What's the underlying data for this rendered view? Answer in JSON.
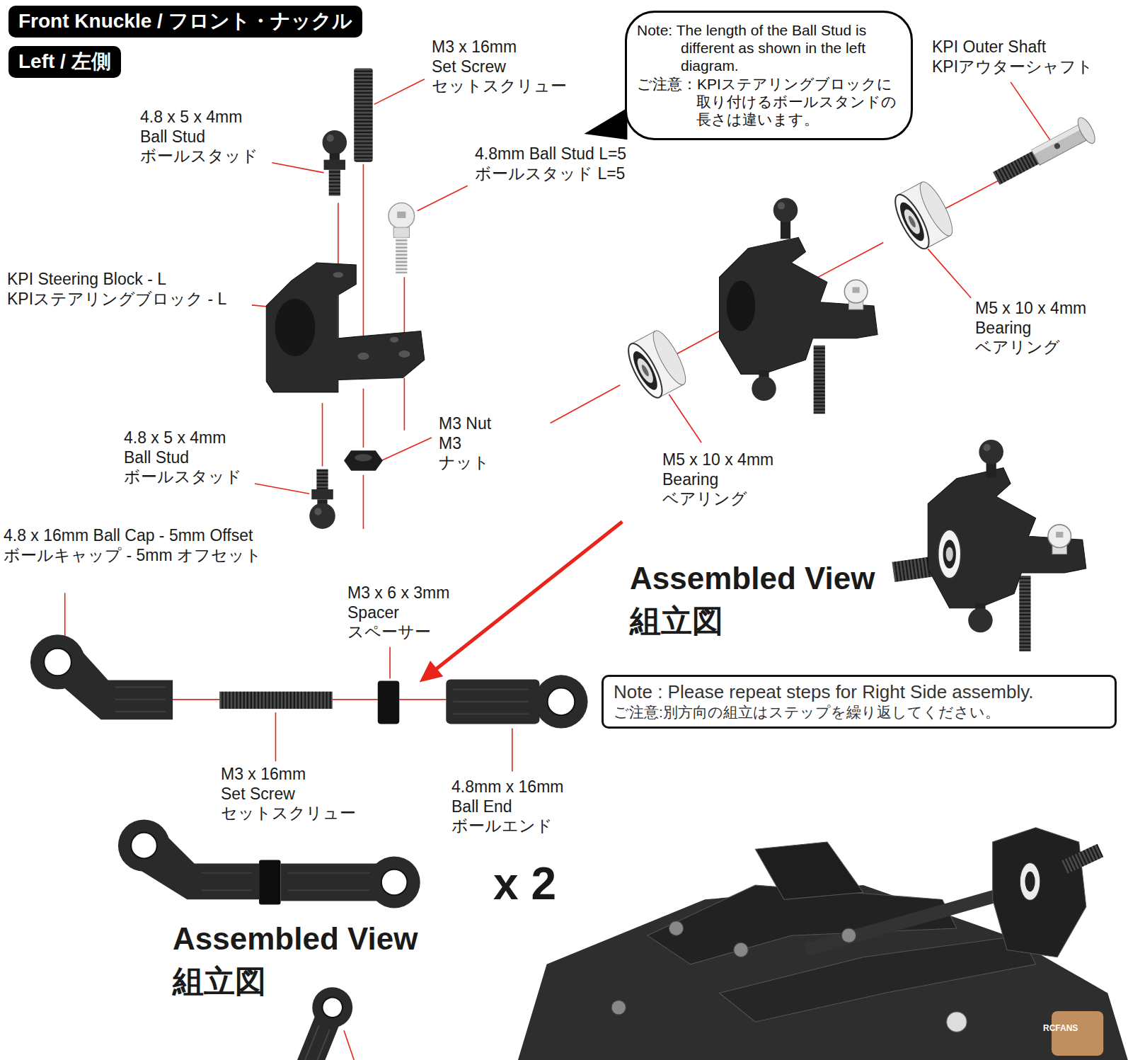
{
  "diagram": {
    "nodes": [
      {
        "text": [
          "Front Knuckle / フロント・ナックル"
        ]
      },
      {
        "text": [
          "Left / 左側"
        ]
      },
      {
        "text": [
          "Note: The length of the Ball Stud is different as shown in the left diagram.",
          "ご注意：KPIステアリングブロックに取り付けるボールスタンドの長さは違います。"
        ]
      },
      {
        "text": [
          "Note : Please repeat steps for Right Side assembly.",
          "ご注意:別方向の組立はステップを繰り返してください。"
        ]
      }
    ],
    "labels": [
      "M3 x 16mm Set Screw セットスクリュー",
      "4.8 x 5 x 4mm Ball Stud ボールスタッド",
      "4.8mm Ball Stud L=5 ボールスタッド L=5",
      "KPI Outer Shaft KPIアウターシャフト",
      "KPI Steering Block - L KPIステアリングブロック - L",
      "M5 x 10 x 4mm Bearing ベアリング",
      "M3 Nut M3 ナット",
      "4.8 x 5 x 4mm Ball Stud ボールスタッド",
      "M5 x 10 x 4mm Bearing ベアリング",
      "4.8 x 16mm Ball Cap - 5mm Offset ボールキャップ - 5mm オフセット",
      "Assembled View",
      "組立図",
      "M3 x 6 x 3mm Spacer スペーサー",
      "M3 x 16mm Set Screw セットスクリュー",
      "4.8mm x 16mm Ball End ボールエンド",
      "x 2",
      "Assembled View",
      "組立図",
      "RCFANS"
    ]
  }
}
